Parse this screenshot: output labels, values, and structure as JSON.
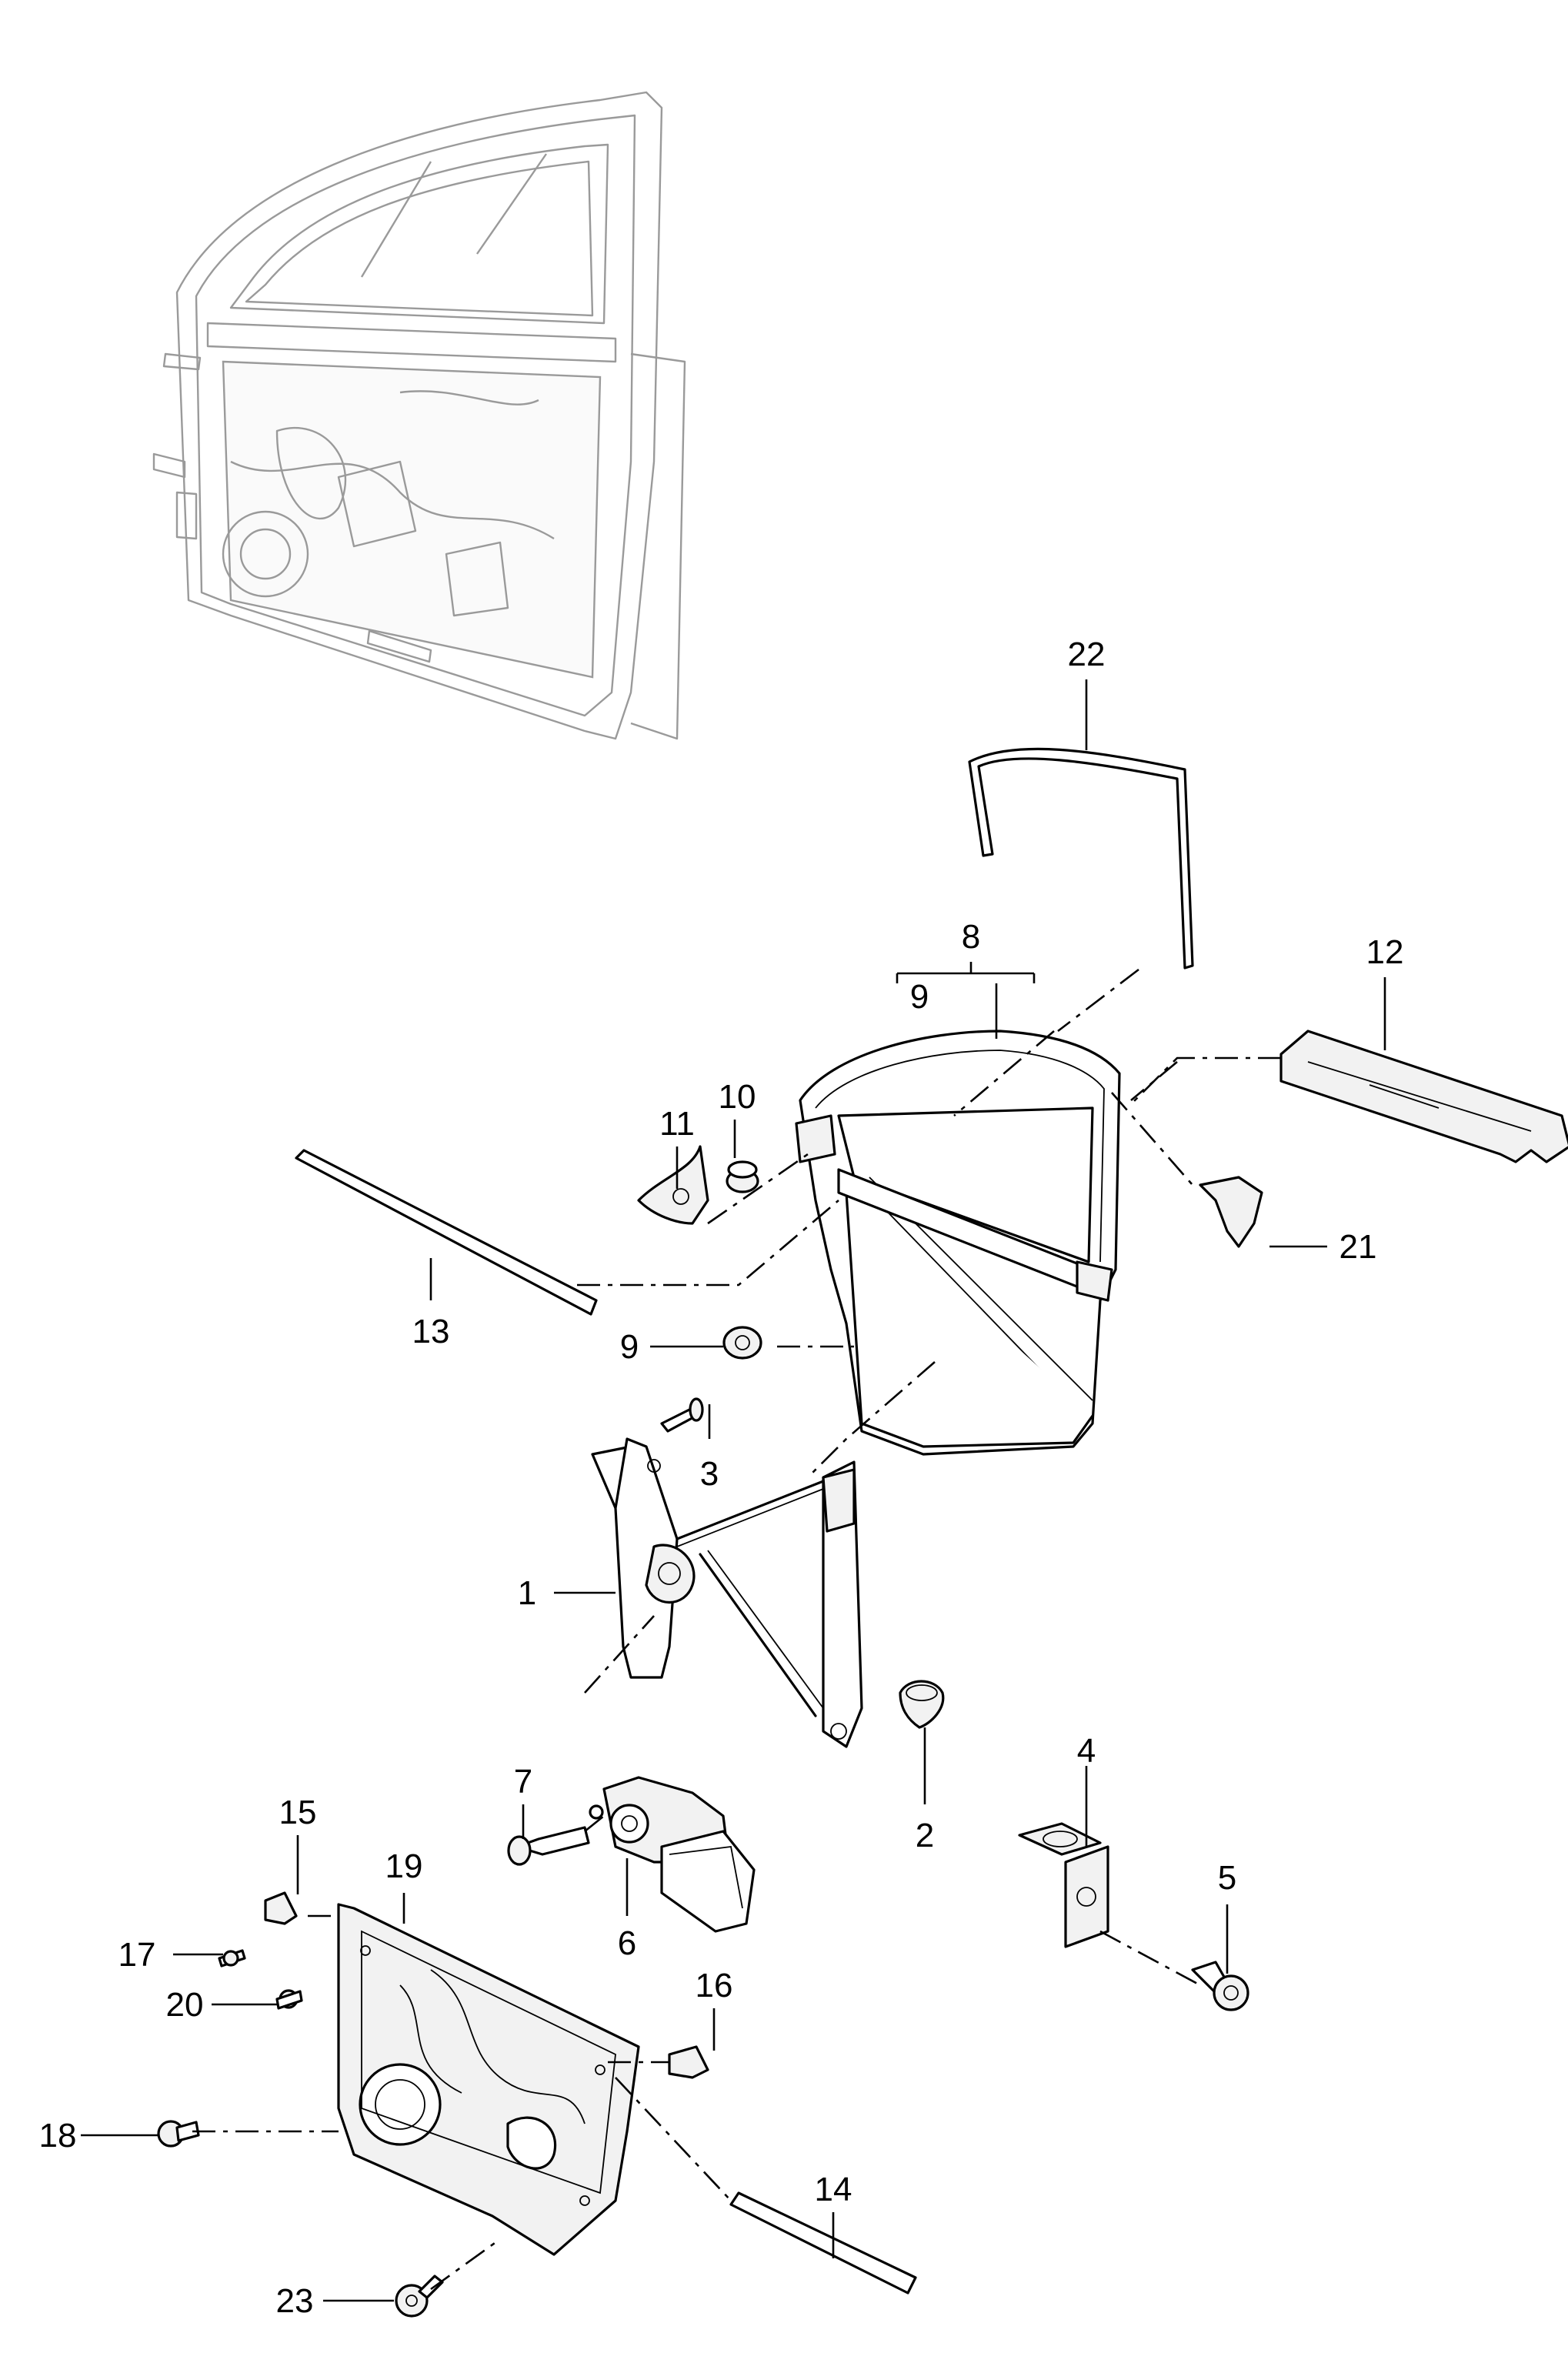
{
  "callouts": {
    "c1": "1",
    "c2": "2",
    "c3": "3",
    "c4": "4",
    "c5": "5",
    "c6": "6",
    "c7": "7",
    "c8": "8",
    "c9a": "9",
    "c9b": "9",
    "c10": "10",
    "c11": "11",
    "c12": "12",
    "c13": "13",
    "c14": "14",
    "c15": "15",
    "c16": "16",
    "c17": "17",
    "c18": "18",
    "c19": "19",
    "c20": "20",
    "c21": "21",
    "c22": "22",
    "c23": "23"
  },
  "colors": {
    "line": "#000000",
    "ghost": "#9a9a9a",
    "background": "#ffffff"
  }
}
